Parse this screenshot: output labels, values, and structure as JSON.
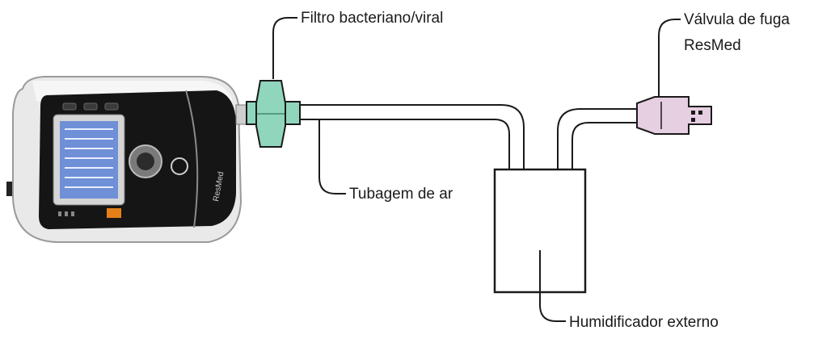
{
  "labels": {
    "filter": "Filtro bacteriano/viral",
    "tube": "Tubagem de ar",
    "valve_line1": "Válvula de fuga",
    "valve_line2": "ResMed",
    "humidifier": "Humidificador externo"
  },
  "device_text": {
    "brand": "ResMed"
  },
  "colors": {
    "filter": "#8fd6bd",
    "valve": "#e6cfe0",
    "outline": "#1a1a1a",
    "device_body": "#e9e9e9",
    "device_panel": "#151515",
    "screen": "#6f8fd6"
  }
}
